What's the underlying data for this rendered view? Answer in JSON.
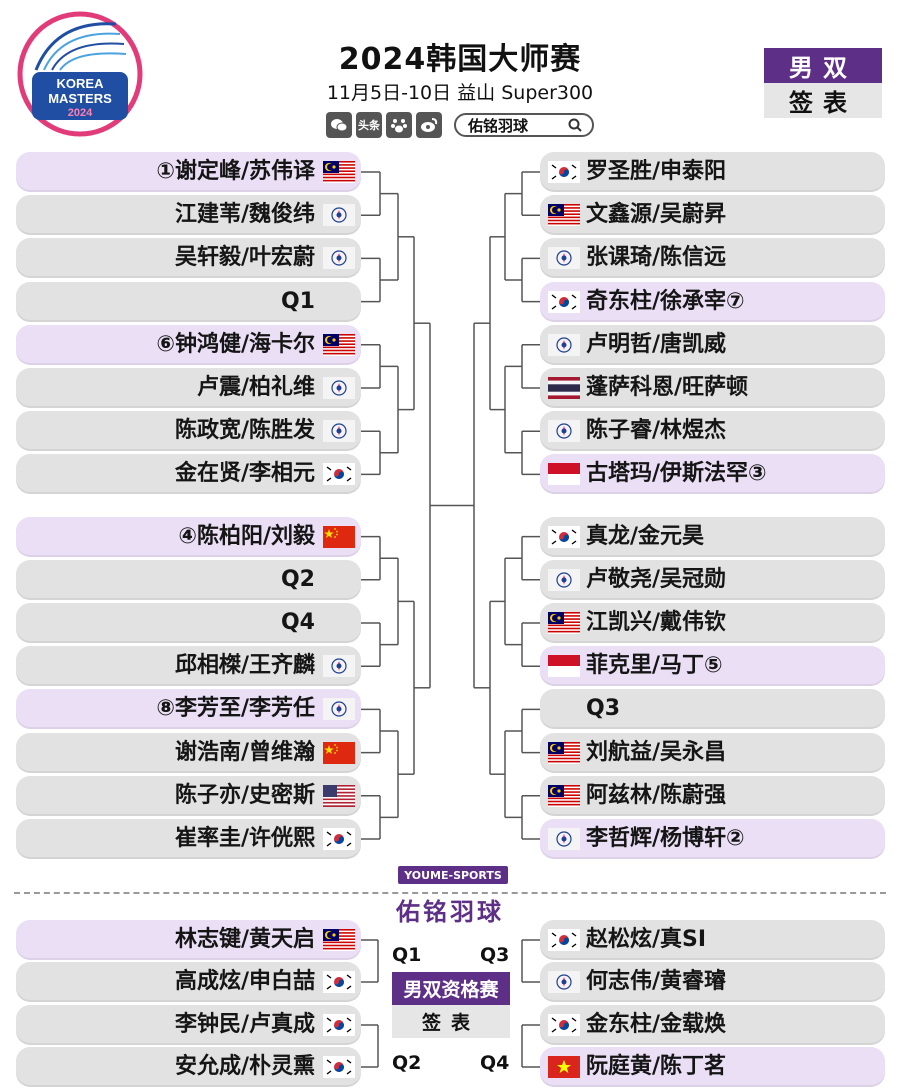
{
  "header": {
    "logo_text": [
      "KOREA",
      "MASTERS",
      "2024"
    ],
    "title": "2024韩国大师赛",
    "subtitle": "11月5日-10日 益山 Super300",
    "social_icons": [
      "wechat-icon",
      "toutiao-icon",
      "baidu-icon",
      "weibo-icon"
    ],
    "toutiao_label": "头条",
    "search_label": "佑铭羽球",
    "event_type": "男双",
    "event_sub": "签表"
  },
  "colors": {
    "purple": "#5d2f86",
    "seed_bg": "#eadff5",
    "pill_bg": "#e2e2e2",
    "line": "#555555"
  },
  "main_draw": {
    "left": [
      {
        "name": "①谢定峰/苏伟译",
        "flag": "MAS",
        "seed": true
      },
      {
        "name": "江建苇/魏俊纬",
        "flag": "TPE",
        "seed": false
      },
      {
        "name": "吴轩毅/叶宏蔚",
        "flag": "TPE",
        "seed": false
      },
      {
        "name": "Q1",
        "flag": "",
        "seed": false
      },
      {
        "name": "⑥钟鸿健/海卡尔",
        "flag": "MAS",
        "seed": true
      },
      {
        "name": "卢震/柏礼维",
        "flag": "TPE",
        "seed": false
      },
      {
        "name": "陈政宽/陈胜发",
        "flag": "TPE",
        "seed": false
      },
      {
        "name": "金在贤/李相元",
        "flag": "KOR",
        "seed": false
      },
      {
        "name": "④陈柏阳/刘毅",
        "flag": "CHN",
        "seed": true
      },
      {
        "name": "Q2",
        "flag": "",
        "seed": false
      },
      {
        "name": "Q4",
        "flag": "",
        "seed": false
      },
      {
        "name": "邱相榤/王齐麟",
        "flag": "TPE",
        "seed": false
      },
      {
        "name": "⑧李芳至/李芳任",
        "flag": "TPE",
        "seed": true
      },
      {
        "name": "谢浩南/曾维瀚",
        "flag": "CHN",
        "seed": false
      },
      {
        "name": "陈子亦/史密斯",
        "flag": "USA",
        "seed": false
      },
      {
        "name": "崔率圭/许侊熙",
        "flag": "KOR",
        "seed": false
      }
    ],
    "right": [
      {
        "name": "罗圣胜/申泰阳",
        "flag": "KOR",
        "seed": false
      },
      {
        "name": "文鑫源/吴蔚昇",
        "flag": "MAS",
        "seed": false
      },
      {
        "name": "张课琦/陈信远",
        "flag": "TPE",
        "seed": false
      },
      {
        "name": "奇东柱/徐承宰⑦",
        "flag": "KOR",
        "seed": true
      },
      {
        "name": "卢明哲/唐凯威",
        "flag": "TPE",
        "seed": false
      },
      {
        "name": "蓬萨科恩/旺萨顿",
        "flag": "THA",
        "seed": false
      },
      {
        "name": "陈子睿/林煜杰",
        "flag": "TPE",
        "seed": false
      },
      {
        "name": "古塔玛/伊斯法罕③",
        "flag": "INA",
        "seed": true
      },
      {
        "name": "真龙/金元昊",
        "flag": "KOR",
        "seed": false
      },
      {
        "name": "卢敬尧/吴冠勋",
        "flag": "TPE",
        "seed": false
      },
      {
        "name": "江凯兴/戴伟钦",
        "flag": "MAS",
        "seed": false
      },
      {
        "name": "菲克里/马丁⑤",
        "flag": "INA",
        "seed": true
      },
      {
        "name": "Q3",
        "flag": "",
        "seed": false
      },
      {
        "name": "刘航益/吴永昌",
        "flag": "MAS",
        "seed": false
      },
      {
        "name": "阿兹林/陈蔚强",
        "flag": "MAS",
        "seed": false
      },
      {
        "name": "李哲辉/杨博轩②",
        "flag": "TPE",
        "seed": true
      }
    ]
  },
  "brand": {
    "en": "YOUME-SPORTS",
    "cn": "佑铭羽球"
  },
  "qualifying": {
    "title": "男双资格赛",
    "sub": "签表",
    "left": [
      {
        "name": "林志键/黄天启",
        "flag": "MAS",
        "seed": true
      },
      {
        "name": "高成炫/申白喆",
        "flag": "KOR",
        "seed": false
      },
      {
        "name": "李钟民/卢真成",
        "flag": "KOR",
        "seed": false
      },
      {
        "name": "安允成/朴灵熏",
        "flag": "KOR",
        "seed": false
      }
    ],
    "right": [
      {
        "name": "赵松炫/真SI",
        "flag": "KOR",
        "seed": false
      },
      {
        "name": "何志伟/黄睿璿",
        "flag": "TPE",
        "seed": false
      },
      {
        "name": "金东柱/金载焕",
        "flag": "KOR",
        "seed": false
      },
      {
        "name": "阮庭黄/陈丁茗",
        "flag": "VIE",
        "seed": true
      }
    ],
    "labels": [
      "Q1",
      "Q2",
      "Q3",
      "Q4"
    ]
  }
}
